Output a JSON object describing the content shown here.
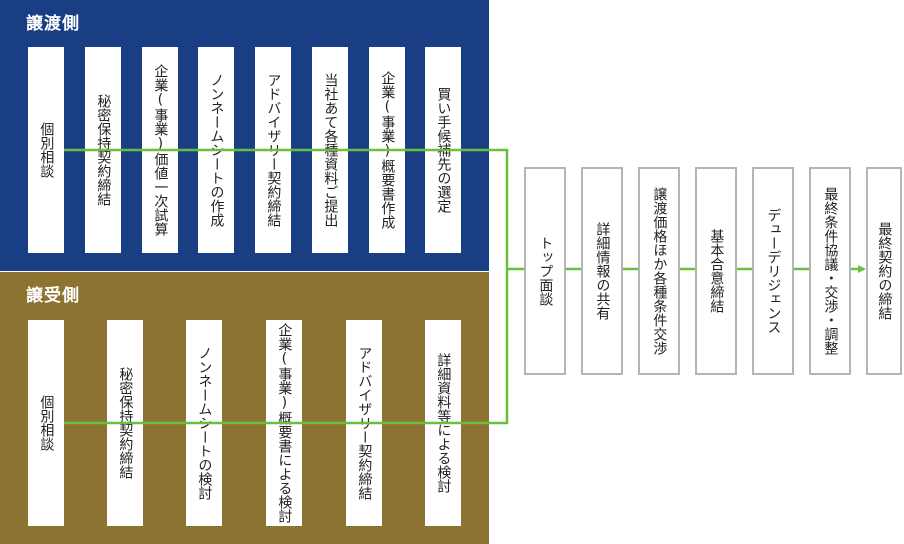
{
  "seller": {
    "title": "譲渡側",
    "steps": [
      "個別相談",
      "秘密保持契約締結",
      "企業(事業)価値一次試算",
      "ノンネームシートの作成",
      "アドバイザリー契約締結",
      "当社あて各種資料ご提出",
      "企業(事業)概要書作成",
      "買い手候補先の選定"
    ]
  },
  "buyer": {
    "title": "譲受側",
    "steps": [
      "個別相談",
      "秘密保持契約締結",
      "ノンネームシートの検討",
      "企業(事業)概要書による検討",
      "アドバイザリー契約締結",
      "詳細資料等による検討"
    ]
  },
  "joint_steps": [
    "トップ面談",
    "詳細情報の共有",
    "譲渡価格ほか各種条件交渉",
    "基本合意締結",
    "デューデリジェンス",
    "最終条件協議・交渉・調整",
    "最終契約の締結"
  ],
  "colors": {
    "seller_panel": "#1a3e84",
    "buyer_panel": "#8c7331",
    "connector": "#6abf3f",
    "flow_box_border": "#b5b5b5"
  }
}
